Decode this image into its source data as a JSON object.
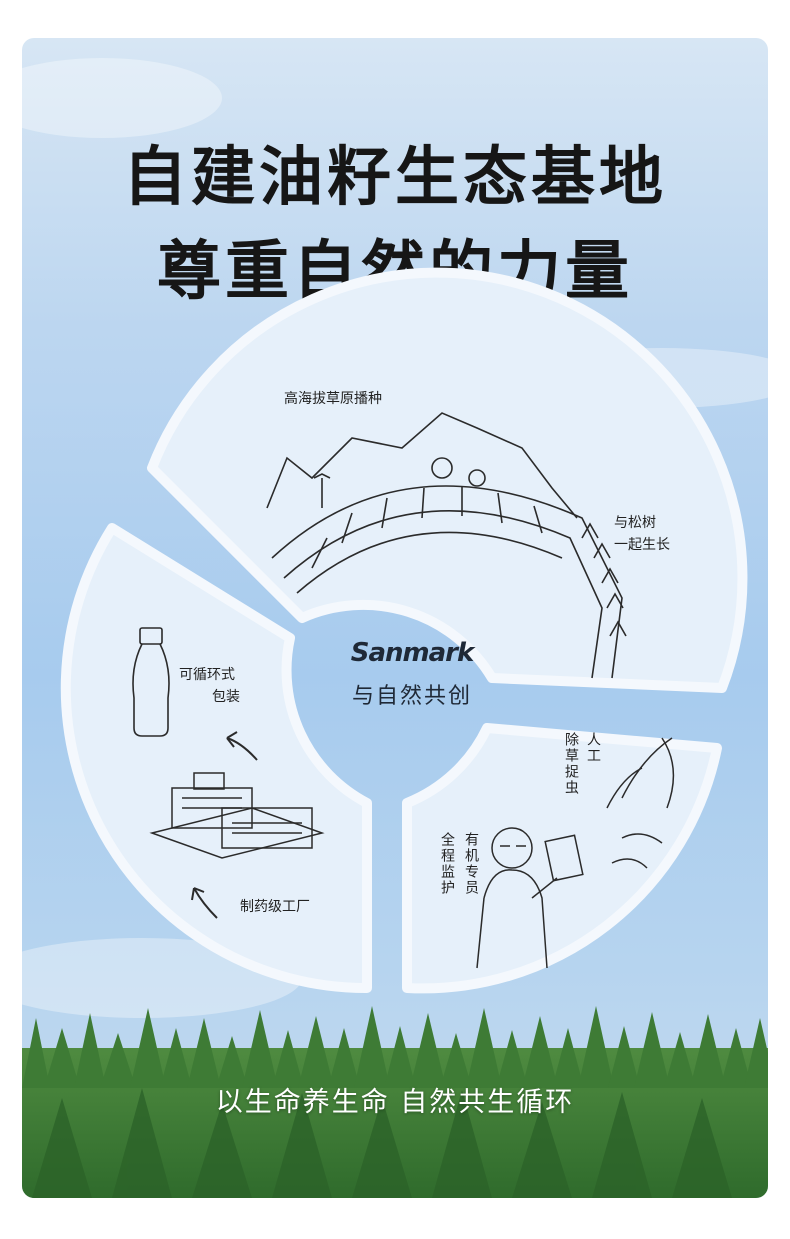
{
  "headline": {
    "line1": "自建油籽生态基地",
    "line2": "尊重自然的力量"
  },
  "center": {
    "brand": "Sanmark",
    "tagline": "与自然共创"
  },
  "segments": {
    "top": {
      "label": "高海拔草原播种",
      "side_label_line1": "与松树",
      "side_label_line2": "一起生长"
    },
    "right": {
      "weeding_col1": "人工",
      "weeding_col2": "除草捉虫",
      "monitor_col1": "有机专员",
      "monitor_col2": "全程监护"
    },
    "left": {
      "bottle_line1": "可循环式",
      "bottle_line2": "包装",
      "factory": "制药级工厂"
    }
  },
  "footer": {
    "slogan": "以生命养生命  自然共生循环"
  },
  "colors": {
    "sky_top": "#d7e6f4",
    "sky_mid": "#a7cbee",
    "panel": "#e6f0fa",
    "forest": "#3f7d37",
    "text": "#161616"
  }
}
